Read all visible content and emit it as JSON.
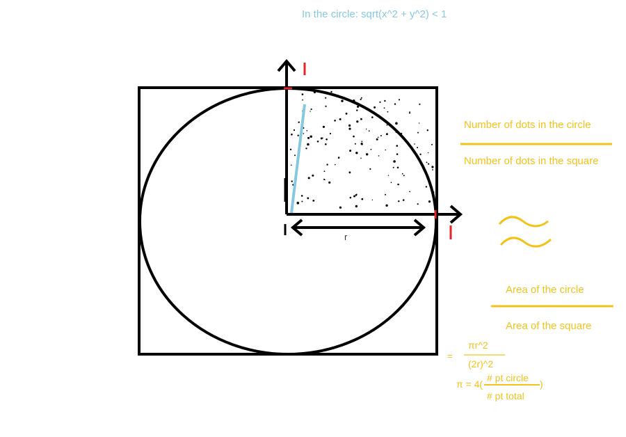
{
  "header": {
    "condition": "In the circle: sqrt(x^2 + y^2) < 1"
  },
  "ratios": {
    "dots_circle": "Number of dots in the circle",
    "dots_square": "Number of dots in the square",
    "area_circle": "Area of the circle",
    "area_square": "Area of the square"
  },
  "radius_label": "r",
  "formula": {
    "equals": "=",
    "numerator": "πr^2",
    "denominator": "(2r)^2",
    "pi_prefix": "π = 4(",
    "pt_circle": "# pt circle",
    "pt_total": "# pt total",
    "close_paren": ")"
  },
  "colors": {
    "ink": "#000000",
    "yellow": "#f2c21b",
    "blue": "#86c8e0",
    "red": "#e3242b"
  }
}
